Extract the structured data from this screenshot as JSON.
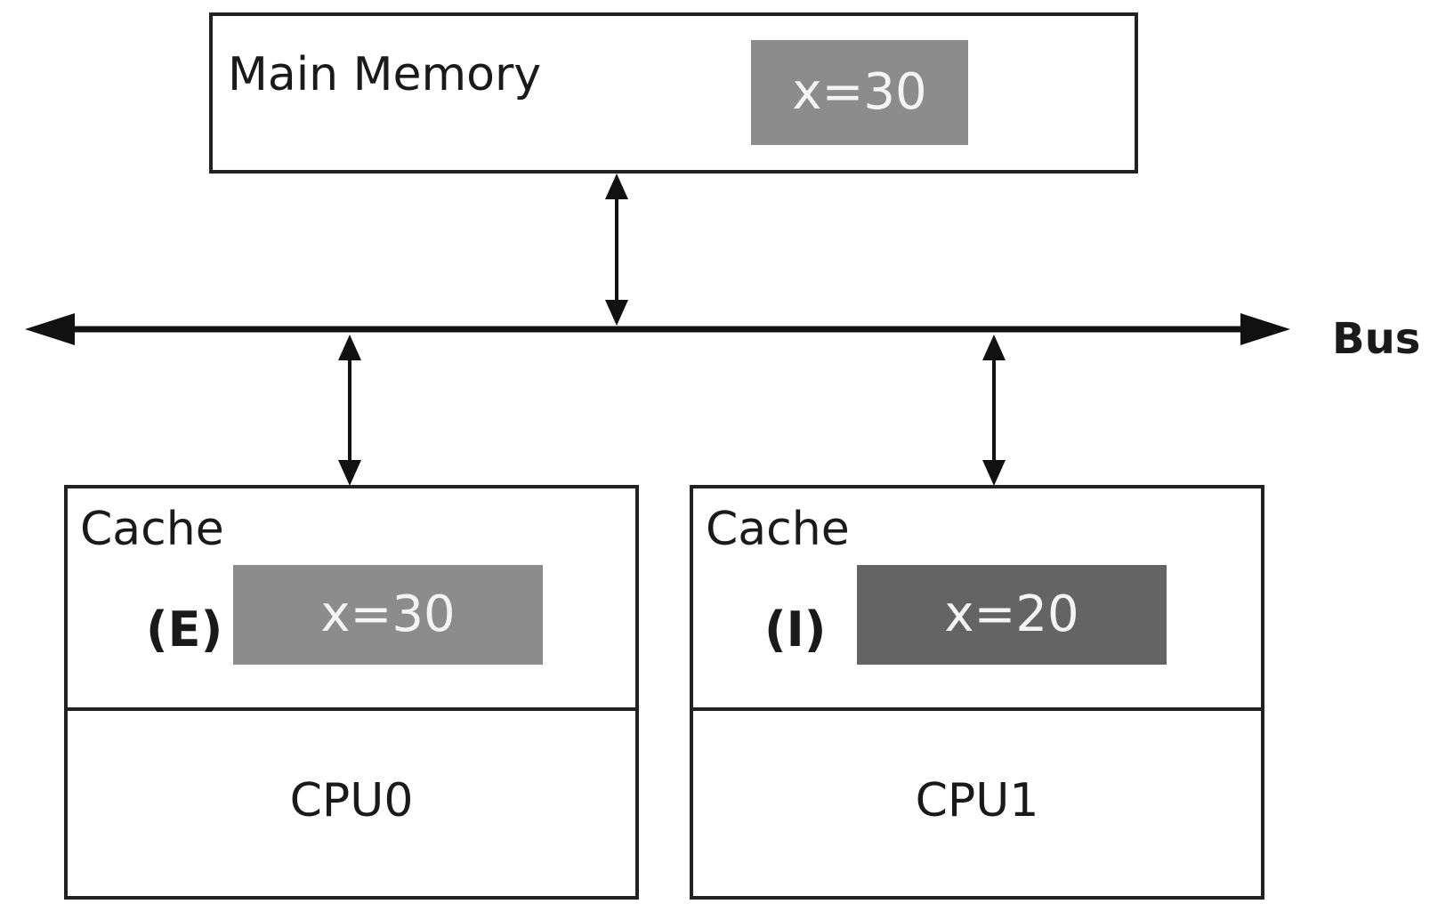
{
  "main_memory": {
    "label": "Main Memory",
    "value": "x=30",
    "cell_color": "#8c8c8c"
  },
  "bus": {
    "label": "Bus"
  },
  "cpu0": {
    "cache_label": "Cache",
    "state": "(E)",
    "value": "x=30",
    "cell_color": "#8c8c8c",
    "cpu_label": "CPU0"
  },
  "cpu1": {
    "cache_label": "Cache",
    "state": "(I)",
    "value": "x=20",
    "cell_color": "#646464",
    "cpu_label": "CPU1"
  }
}
